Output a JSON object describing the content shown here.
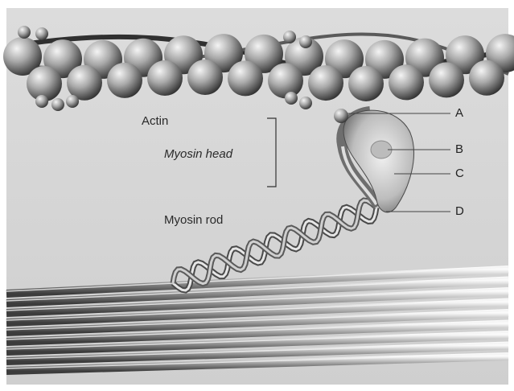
{
  "labels": {
    "actin": "Actin",
    "myosin_head": "Myosin head",
    "myosin_rod": "Myosin rod"
  },
  "callouts": [
    "A",
    "B",
    "C",
    "D"
  ],
  "colors": {
    "background": "#d3d3d3",
    "sphere_light": "#f2f2f2",
    "sphere_dark": "#3a3a3a",
    "leader": "#444444"
  }
}
